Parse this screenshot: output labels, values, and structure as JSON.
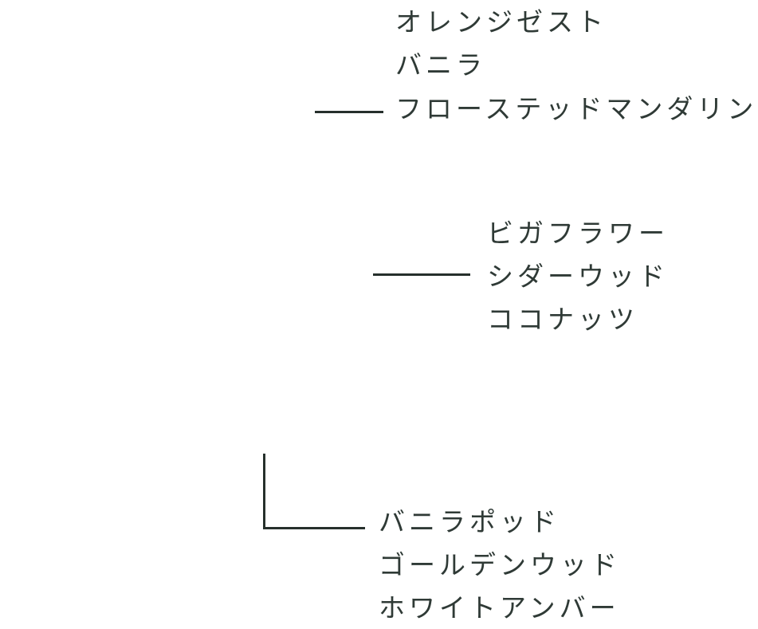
{
  "pyramid": [
    {
      "tier": "top",
      "notes": [
        "オレンジゼスト",
        "バニラ",
        "フローステッドマンダリン"
      ]
    },
    {
      "tier": "heart",
      "notes": [
        "ビガフラワー",
        "シダーウッド",
        "ココナッツ"
      ]
    },
    {
      "tier": "base",
      "notes": [
        "バニラポッド",
        "ゴールデンウッド",
        "ホワイトアンバー"
      ]
    }
  ],
  "colors": {
    "text": "#2f3a36",
    "rule": "#26302c",
    "background": "#ffffff"
  }
}
